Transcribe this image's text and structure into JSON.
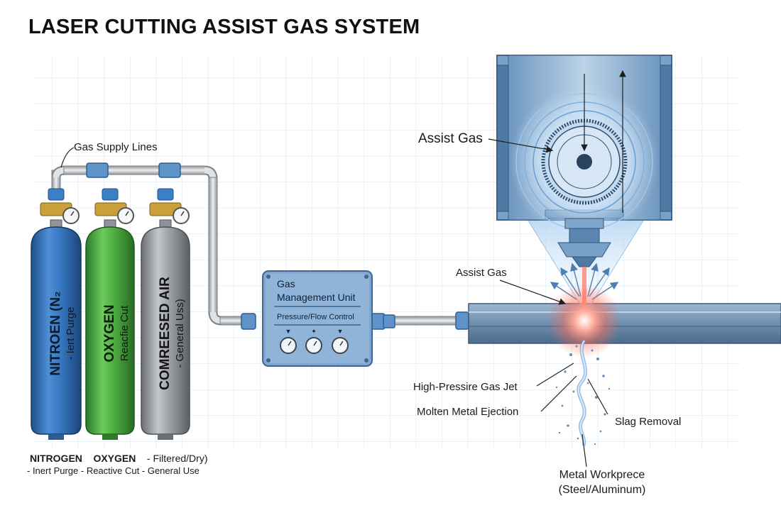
{
  "title": "LASER CUTTING ASSIST GAS SYSTEM",
  "labels": {
    "gas_supply_lines": "Gas Supply Lines",
    "assist_gas_top": "Assist Gas",
    "assist_gas_mid": "Assist Gas",
    "high_pressure_jet": "High-Pressire Gas Jet",
    "molten_ejection": "Molten Metal Ejection",
    "slag_removal": "Slag Removal",
    "workpiece_line1": "Metal Workprece",
    "workpiece_line2": "(Steel/Aluminum)"
  },
  "gmu": {
    "title_line1": "Gas",
    "title_line2": "Management Unit",
    "subtitle": "Pressure/Flow Control"
  },
  "cylinders": [
    {
      "main": "NITROEN (N₂",
      "sub": "- Iert Purge",
      "color": "#2f6fb8"
    },
    {
      "main": "OXYGEN",
      "sub": "Reacfie Cut",
      "color": "#4caa3f"
    },
    {
      "main": "COMREESED AIR",
      "sub": "- General Uss)",
      "color": "#9a9ea3"
    }
  ],
  "legend": {
    "row1": {
      "nitrogen": "NITROGEN",
      "oxygen": "OXYGEN",
      "air": "- Filtered/Dry)"
    },
    "row2": {
      "nitrogen": "- Inert Purge",
      "oxygen": "- Reactive Cut",
      "air": "- General Use"
    }
  },
  "colors": {
    "grid": "#d6e4f0",
    "pipe": "#c9cdd2",
    "coupling": "#5d93c8",
    "housing": "#a8c3dc",
    "beam": "#ff5a4a"
  }
}
